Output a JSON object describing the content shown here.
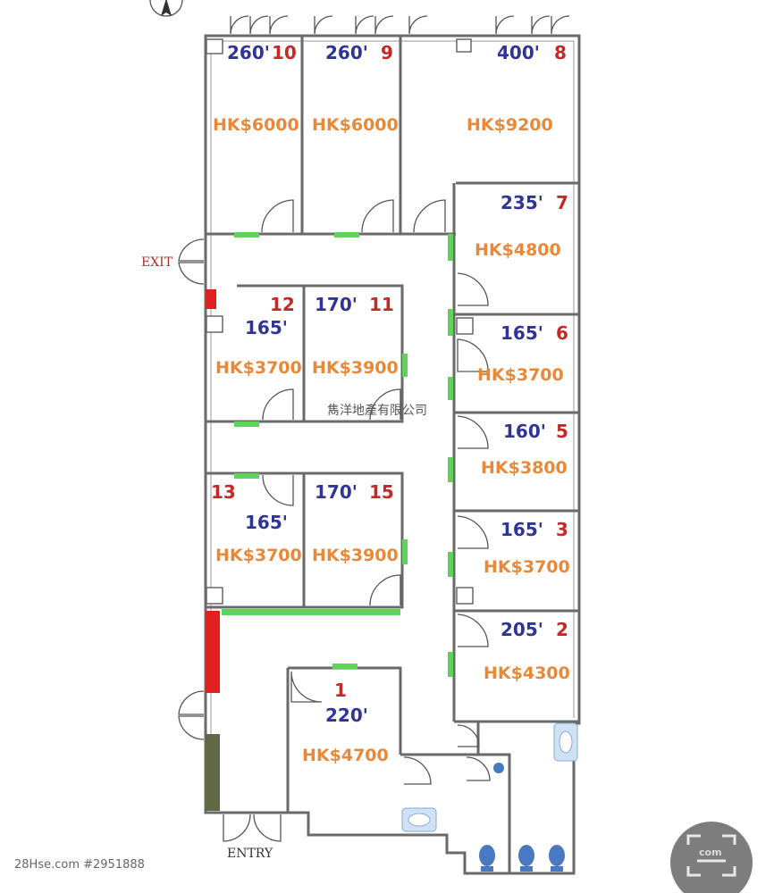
{
  "rooms": [
    {
      "no": "10",
      "size": "260'",
      "price": "HK$6000"
    },
    {
      "no": "9",
      "size": "260'",
      "price": "HK$6000"
    },
    {
      "no": "8",
      "size": "400'",
      "price": "HK$9200"
    },
    {
      "no": "7",
      "size": "235'",
      "price": "HK$4800"
    },
    {
      "no": "12",
      "size": "165'",
      "price": "HK$3700"
    },
    {
      "no": "11",
      "size": "170'",
      "price": "HK$3900"
    },
    {
      "no": "6",
      "size": "165'",
      "price": "HK$3700"
    },
    {
      "no": "5",
      "size": "160'",
      "price": "HK$3800"
    },
    {
      "no": "13",
      "size": "165'",
      "price": "HK$3700"
    },
    {
      "no": "15",
      "size": "170'",
      "price": "HK$3900"
    },
    {
      "no": "3",
      "size": "165'",
      "price": "HK$3700"
    },
    {
      "no": "2",
      "size": "205'",
      "price": "HK$4300"
    },
    {
      "no": "1",
      "size": "220'",
      "price": "HK$4700"
    }
  ],
  "labels": {
    "exit": "EXIT",
    "entry": "ENTRY",
    "watermark": "雋洋地產有限公司",
    "listing": "28Hse.com #2951888",
    "logo_text": "com"
  },
  "colors": {
    "size_text": "#2e3596",
    "room_no": "#c62828",
    "price_text": "#e8893a",
    "door_marker": "#5fd35a",
    "fire_marker": "#e0201e"
  },
  "icons": [
    "north-arrow-icon",
    "toilet-icon",
    "sink-icon",
    "logo-icon"
  ]
}
